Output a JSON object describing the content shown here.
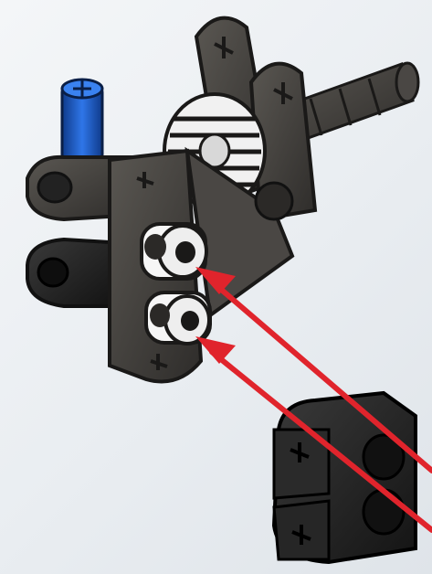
{
  "scene": {
    "kind": "lego-technic-build-step",
    "background_color": "#e9edf1",
    "colors": {
      "dark_gray": "#3b3936",
      "dark_gray_light": "#5a5752",
      "black": "#1f1f1f",
      "blue_pin": "#1f5fd1",
      "white": "#f5f5f5",
      "arrow_red": "#e0242c"
    },
    "parts": [
      {
        "name": "blue-axle-pin",
        "color": "blue"
      },
      {
        "name": "dark-gray-liftarm-assembly",
        "color": "dark gray"
      },
      {
        "name": "white-gear",
        "color": "white"
      },
      {
        "name": "white-bushes",
        "color": "white",
        "count": 2
      },
      {
        "name": "black-connector-block",
        "color": "black"
      }
    ],
    "arrows": {
      "count": 2,
      "color": "red",
      "direction": "toward assembly"
    }
  }
}
